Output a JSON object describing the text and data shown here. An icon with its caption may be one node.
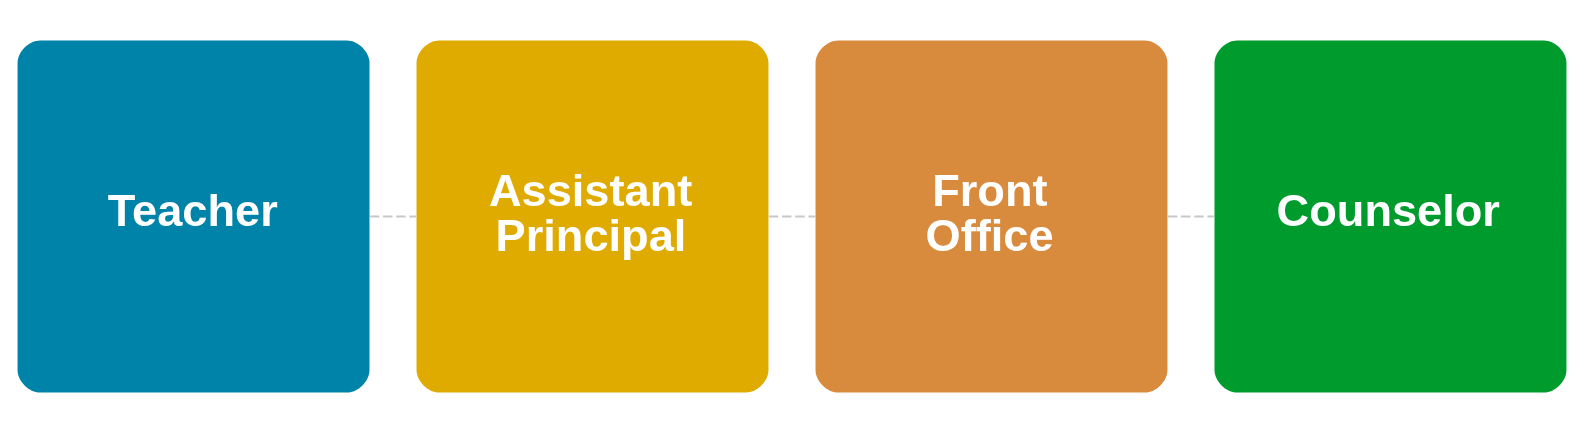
{
  "diagram": {
    "nodes": [
      {
        "text": [
          "Teacher"
        ]
      },
      {
        "text": [
          "Assistant Principal"
        ]
      },
      {
        "text": [
          "Front Office"
        ]
      },
      {
        "text": [
          "Counselor"
        ]
      }
    ],
    "edges": [
      {
        "from": 0,
        "to": 1,
        "arrow": "none",
        "style": "dashed",
        "color": "#c8c8c8"
      },
      {
        "from": 1,
        "to": 2,
        "arrow": "none",
        "style": "dashed",
        "color": "#c8c8c8"
      },
      {
        "from": 2,
        "to": 3,
        "arrow": "none",
        "style": "dashed",
        "color": "#c8c8c8"
      }
    ]
  }
}
